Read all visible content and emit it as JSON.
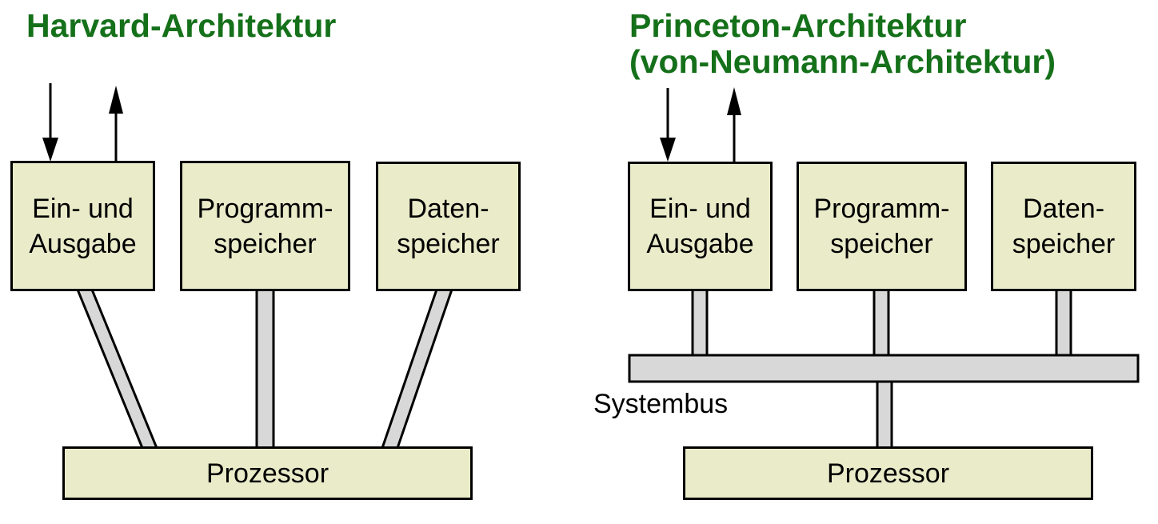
{
  "colors": {
    "title_green": "#15701a",
    "box_fill": "#e9ebc9",
    "box_border": "#000000",
    "connector_gray": "#d8d8d8",
    "background": "#ffffff",
    "text": "#000000"
  },
  "harvard": {
    "title": "Harvard-Architektur",
    "boxes": [
      {
        "line1": "Ein- und",
        "line2": "Ausgabe"
      },
      {
        "line1": "Programm-",
        "line2": "speicher"
      },
      {
        "line1": "Daten-",
        "line2": "speicher"
      }
    ],
    "processor": "Prozessor"
  },
  "princeton": {
    "title_line1": "Princeton-Architektur",
    "title_line2": "(von-Neumann-Architektur)",
    "boxes": [
      {
        "line1": "Ein- und",
        "line2": "Ausgabe"
      },
      {
        "line1": "Programm-",
        "line2": "speicher"
      },
      {
        "line1": "Daten-",
        "line2": "speicher"
      }
    ],
    "bus_label": "Systembus",
    "processor": "Prozessor"
  }
}
